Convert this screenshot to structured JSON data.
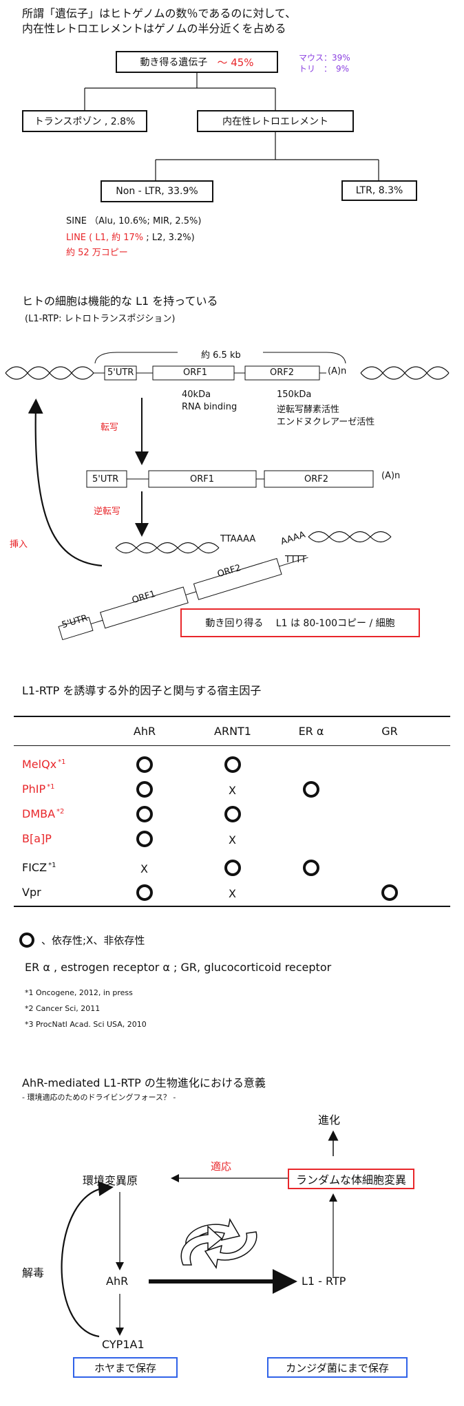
{
  "section1": {
    "title_line1": "所謂「遺伝子」はヒトゲノムの数％であるのに対して、",
    "title_line2": "内在性レトロエレメントはゲノムの半分近くを占める",
    "mobile_genes": "動き得る遺伝子",
    "mobile_pct": "〜 45%",
    "mouse": "マウス：39%",
    "bird": "トリ　：　9%",
    "transposon": "トランスポゾン , 2.8%",
    "endogenous": "内在性レトロエレメント",
    "non_ltr": "Non - LTR, 33.9%",
    "ltr": "LTR, 8.3%",
    "sine": "SINE （Alu, 10.6%; MIR, 2.5%)",
    "line_red": "LINE ( L1,  約 17%",
    "line_black": " ; L2, 3.2%)",
    "copies": "約 52 万コピー"
  },
  "section2": {
    "title": "ヒトの細胞は機能的な L1 を持っている",
    "subtitle": "(L1-RTP: レトロトランスポジション)",
    "length": "約 6.5 kb",
    "utr": "5'UTR",
    "orf1": "ORF1",
    "orf2": "ORF2",
    "polya": "(A)n",
    "orf1_size": "40kDa",
    "orf1_func": "RNA binding",
    "orf2_size": "150kDa",
    "orf2_func1": "逆転写酵素活性",
    "orf2_func2": "エンドヌクレアーゼ活性",
    "transcription": "転写",
    "reverse_transcription": "逆転写",
    "insertion": "挿入",
    "ttaaaa": "TTAAAA",
    "aaaa": "AAAA",
    "tttt": "TTTT",
    "active_copies": "動き回り得る　 L1 は 80-100コピー / 細胞"
  },
  "section3": {
    "title": "L1-RTP を誘導する外的因子と関与する宿主因子",
    "columns": [
      "AhR",
      "ARNT1",
      "ER α",
      "GR"
    ],
    "rows": [
      {
        "name": "MelQx",
        "sup": "*1",
        "red": true,
        "cells": [
          "o",
          "o",
          "",
          ""
        ]
      },
      {
        "name": "PhIP",
        "sup": "*1",
        "red": true,
        "cells": [
          "o",
          "x",
          "o",
          ""
        ]
      },
      {
        "name": "DMBA",
        "sup": "*2",
        "red": true,
        "cells": [
          "o",
          "o",
          "",
          ""
        ]
      },
      {
        "name": "B[a]P",
        "sup": "",
        "red": true,
        "cells": [
          "o",
          "x",
          "",
          ""
        ]
      },
      {
        "name": "FICZ",
        "sup": "*1",
        "red": false,
        "cells": [
          "x",
          "o",
          "o",
          ""
        ]
      },
      {
        "name": "Vpr",
        "sup": "",
        "red": false,
        "cells": [
          "o",
          "x",
          "",
          "o"
        ]
      }
    ],
    "legend": "、依存性;X、非依存性",
    "abbrev": "ER α , estrogen receptor  α ;  GR, glucocorticoid receptor",
    "refs": [
      "*1   Oncogene, 2012, in press",
      "*2   Cancer  Sci, 2011",
      "*3   ProcNatl Acad. Sci USA, 2010"
    ]
  },
  "section4": {
    "title": "AhR-mediated L1-RTP の生物進化における意義",
    "subtitle": "- 環境適応のためのドライビングフォース？ -",
    "evolution": "進化",
    "adaptation": "適応",
    "mutagen": "環境変異原",
    "random_mutation": "ランダムな体細胞変異",
    "detox": "解毒",
    "ahr": "AhR",
    "l1rtp": "L1 - RTP",
    "cyp": "CYP1A1",
    "ascidian": "ホヤまで保存",
    "candida": "カンジダ菌にまで保存"
  },
  "colors": {
    "red": "#e8262a",
    "blue": "#2f62e8",
    "purple": "#8a3fe0"
  }
}
